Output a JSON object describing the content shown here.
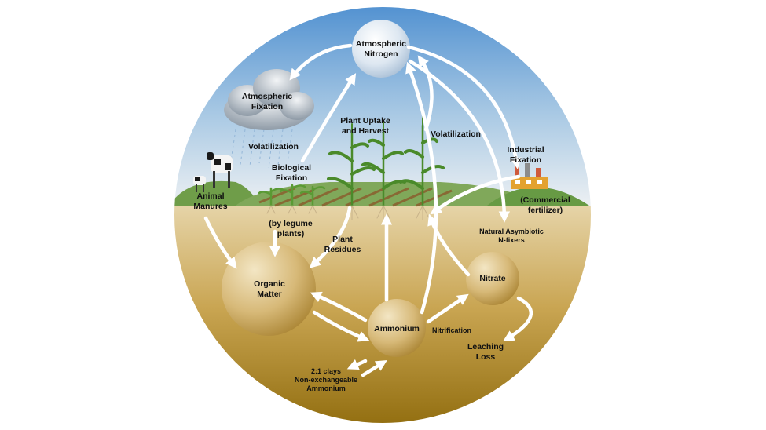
{
  "nodes": {
    "atmospheric_nitrogen": [
      "Atmospheric",
      "Nitrogen"
    ],
    "organic_matter": [
      "Organic",
      "Matter"
    ],
    "ammonium": [
      "Ammonium"
    ],
    "nitrate": [
      "Nitrate"
    ]
  },
  "labels": {
    "atmospheric_fixation": [
      "Atmospheric",
      "Fixation"
    ],
    "volatilization_left": [
      "Volatilization"
    ],
    "biological_fixation": [
      "Biological",
      "Fixation"
    ],
    "by_legume_plants": [
      "(by legume",
      "plants)"
    ],
    "animal_manures": [
      "Animal",
      "Manures"
    ],
    "plant_uptake": [
      "Plant Uptake",
      "and Harvest"
    ],
    "volatilization_right": [
      "Volatilization"
    ],
    "industrial_fixation": [
      "Industrial",
      "Fixation"
    ],
    "commercial_fertilizer": [
      "(Commercial",
      "fertilizer)"
    ],
    "natural_asymbiotic": [
      "Natural Asymbiotic",
      "N-fixers"
    ],
    "plant_residues": [
      "Plant",
      "Residues"
    ],
    "nitrification": [
      "Nitrification"
    ],
    "leaching_loss": [
      "Leaching",
      "Loss"
    ],
    "clays": [
      "2:1 clays",
      "Non-exchangeable",
      "Ammonium"
    ]
  },
  "colors": {
    "sky_top": "#4e8fd0",
    "sky_bottom": "#e9eef2",
    "soil_top": "#e2cfa0",
    "soil_bottom": "#9a7512",
    "hill": "#6f9d49",
    "arrow": "#ffffff"
  },
  "icons": [
    "cloud-rain-icon",
    "cow-icon",
    "corn-plant-icon",
    "factory-icon"
  ]
}
